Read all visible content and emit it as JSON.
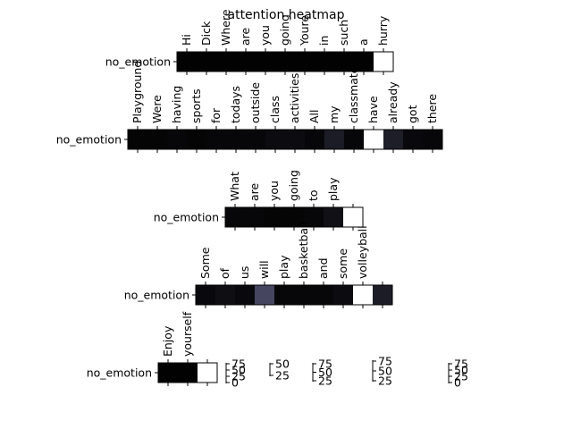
{
  "chart_data": {
    "type": "heatmap",
    "title": "attention heatmap",
    "colormap": "bone",
    "colormap_stops": [
      "#000000",
      "#545474",
      "#a7c7c7",
      "#ffffff"
    ],
    "rows": [
      {
        "ylabel": "no_emotion",
        "tokens": [
          "Hi",
          "Dick",
          "Where",
          "are",
          "you",
          "going",
          "Youre",
          "in",
          "such",
          "a",
          "hurry"
        ],
        "weights": [
          0.01,
          0.01,
          0.01,
          0.01,
          0.01,
          0.01,
          0.01,
          0.01,
          0.01,
          0.01,
          1.0
        ]
      },
      {
        "ylabel": "no_emotion",
        "tokens": [
          "Playground",
          "Were",
          "having",
          "sports",
          "for",
          "todays",
          "outside",
          "class",
          "activities",
          "All",
          "my",
          "classmates",
          "have",
          "already",
          "got",
          "there"
        ],
        "weights": [
          0.02,
          0.02,
          0.03,
          0.02,
          0.03,
          0.03,
          0.03,
          0.05,
          0.05,
          0.03,
          0.12,
          0.03,
          1.0,
          0.13,
          0.04,
          0.03
        ]
      },
      {
        "ylabel": "no_emotion",
        "tokens": [
          "What",
          "are",
          "you",
          "going",
          "to",
          "play"
        ],
        "weights": [
          0.03,
          0.03,
          0.02,
          0.02,
          0.03,
          0.07,
          1.0
        ]
      },
      {
        "ylabel": "no_emotion",
        "tokens": [
          "Some",
          "of",
          "us",
          "will",
          "play",
          "basketball",
          "and",
          "some",
          "volleyball"
        ],
        "weights": [
          0.04,
          0.06,
          0.04,
          0.3,
          0.03,
          0.03,
          0.03,
          0.05,
          1.0,
          0.12
        ]
      },
      {
        "ylabel": "no_emotion",
        "tokens": [
          "Enjoy",
          "yourself"
        ],
        "weights": [
          0.01,
          0.01,
          1.0
        ]
      }
    ],
    "colorbars": [
      {
        "ticks": [
          "75",
          "50",
          "25",
          "0"
        ]
      },
      {
        "ticks": [
          "50",
          "25"
        ]
      },
      {
        "ticks": [
          "75",
          "50",
          "25"
        ]
      },
      {
        "ticks": [
          "75",
          "50",
          "25"
        ]
      },
      {
        "ticks": [
          "75",
          "50",
          "25",
          "0"
        ]
      }
    ]
  }
}
